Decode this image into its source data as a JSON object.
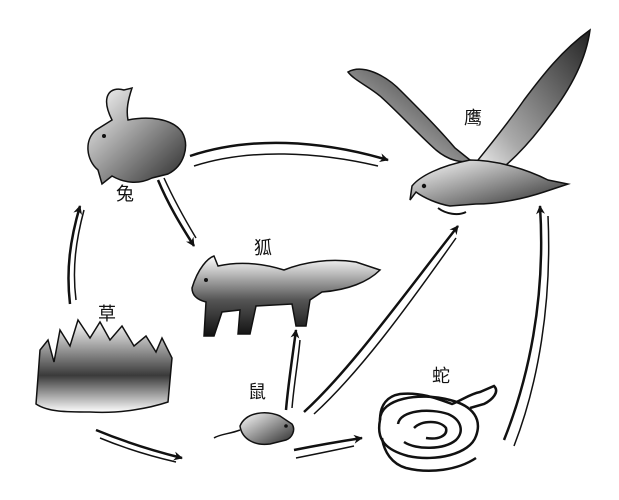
{
  "labels": {
    "eagle": "鹰",
    "rabbit": "兔",
    "fox": "狐",
    "grass": "草",
    "mouse": "鼠",
    "snake": "蛇"
  },
  "colors": {
    "ink": "#111111",
    "shade_dark": "#2a2a2a",
    "shade_light": "#ffffff"
  },
  "links": [
    [
      "grass",
      "rabbit"
    ],
    [
      "grass",
      "mouse"
    ],
    [
      "rabbit",
      "eagle"
    ],
    [
      "rabbit",
      "fox"
    ],
    [
      "mouse",
      "fox"
    ],
    [
      "mouse",
      "eagle"
    ],
    [
      "mouse",
      "snake"
    ],
    [
      "snake",
      "eagle"
    ]
  ]
}
